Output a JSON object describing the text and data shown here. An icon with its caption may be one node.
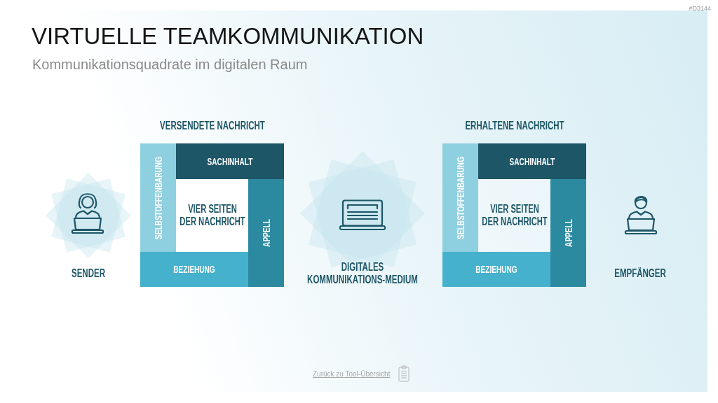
{
  "diagram": {
    "title": "VIRTUELLE TEAMKOMMUNIKATION",
    "nodes": [
      {
        "text": [
          "SENDER"
        ]
      },
      {
        "text": [
          "VERSENDETE NACHRICHT"
        ]
      },
      {
        "text": [
          "SELBSTOFFENBARUNG"
        ],
        "in": 1
      },
      {
        "text": [
          "SACHINHALT"
        ],
        "in": 1
      },
      {
        "text": [
          "VIER SEITEN DER NACHRICHT"
        ],
        "in": 1
      },
      {
        "text": [
          "APPELL"
        ],
        "in": 1
      },
      {
        "text": [
          "BEZIEHUNG"
        ],
        "in": 1
      },
      {
        "text": [
          "DIGITALES KOMMUNIKATIONS-MEDIUM"
        ]
      },
      {
        "text": [
          "ERHALTENE NACHRICHT"
        ]
      },
      {
        "text": [
          "SELBSTOFFENBARUNG"
        ],
        "in": 8
      },
      {
        "text": [
          "SACHINHALT"
        ],
        "in": 8
      },
      {
        "text": [
          "VIER SEITEN DER NACHRICHT"
        ],
        "in": 8
      },
      {
        "text": [
          "APPELL"
        ],
        "in": 8
      },
      {
        "text": [
          "BEZIEHUNG"
        ],
        "in": 8
      },
      {
        "text": [
          "EMPFÄNGER"
        ]
      }
    ],
    "labels": [
      "#D3144",
      "Kommunikationsquadrate im digitalen Raum",
      "Zurück zu Tool-Übersicht"
    ]
  }
}
